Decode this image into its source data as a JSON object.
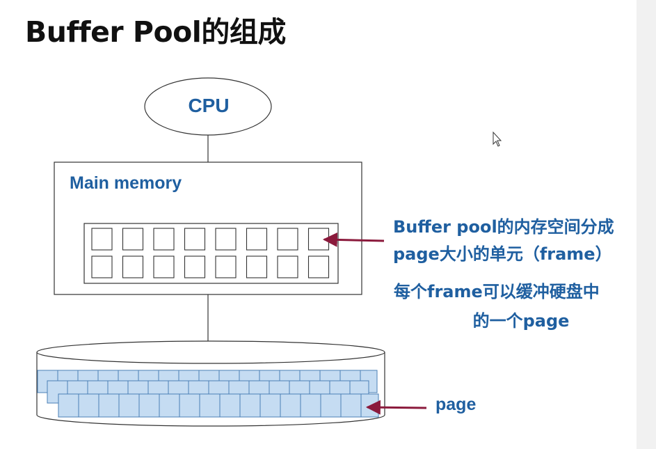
{
  "title": "Buffer Pool的组成",
  "cpu": {
    "label": "CPU"
  },
  "main_memory": {
    "label": "Main memory",
    "frame_rows": 2,
    "frames_per_row": 8
  },
  "annotations": {
    "frames_line1": "Buffer pool的内存空间分成",
    "frames_line2": "page大小的单元（frame）",
    "cache_line1": "每个frame可以缓冲硬盘中",
    "cache_line2": "的一个page"
  },
  "disk": {
    "page_label": "page",
    "page_rows": 3
  },
  "colors": {
    "text_blue": "#1f5fa0",
    "arrow": "#8b1a3c",
    "page_fill": "#c5dcf2",
    "page_stroke": "#4a7fb5"
  }
}
